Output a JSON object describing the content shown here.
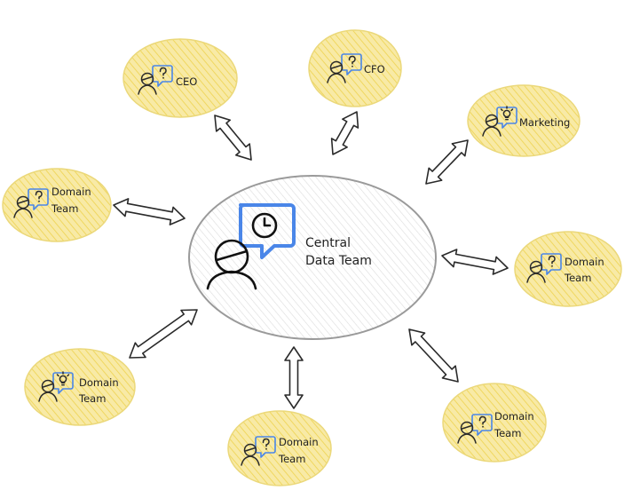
{
  "colors": {
    "node_fill": "#f8eaa6",
    "node_stroke": "#ebd87a",
    "hatch": "#f0d760",
    "bubble": "#4a86e8",
    "center_stroke": "#9a9a9a",
    "center_hatch": "#dcdcdc",
    "ink": "#2a2a2a"
  },
  "center": {
    "label_line1": "Central",
    "label_line2": "Data Team",
    "icon": "person-with-clock-bubble-icon"
  },
  "nodes": [
    {
      "id": "ceo",
      "line1": "CEO",
      "line2": "",
      "icon": "question"
    },
    {
      "id": "cfo",
      "line1": "CFO",
      "line2": "",
      "icon": "question"
    },
    {
      "id": "marketing",
      "line1": "Marketing",
      "line2": "",
      "icon": "idea"
    },
    {
      "id": "domain-left",
      "line1": "Domain",
      "line2": "Team",
      "icon": "question"
    },
    {
      "id": "domain-right",
      "line1": "Domain",
      "line2": "Team",
      "icon": "question"
    },
    {
      "id": "domain-bottom-left",
      "line1": "Domain",
      "line2": "Team",
      "icon": "idea"
    },
    {
      "id": "domain-bottom",
      "line1": "Domain",
      "line2": "Team",
      "icon": "question"
    },
    {
      "id": "domain-bottom-right",
      "line1": "Domain",
      "line2": "Team",
      "icon": "question"
    }
  ]
}
